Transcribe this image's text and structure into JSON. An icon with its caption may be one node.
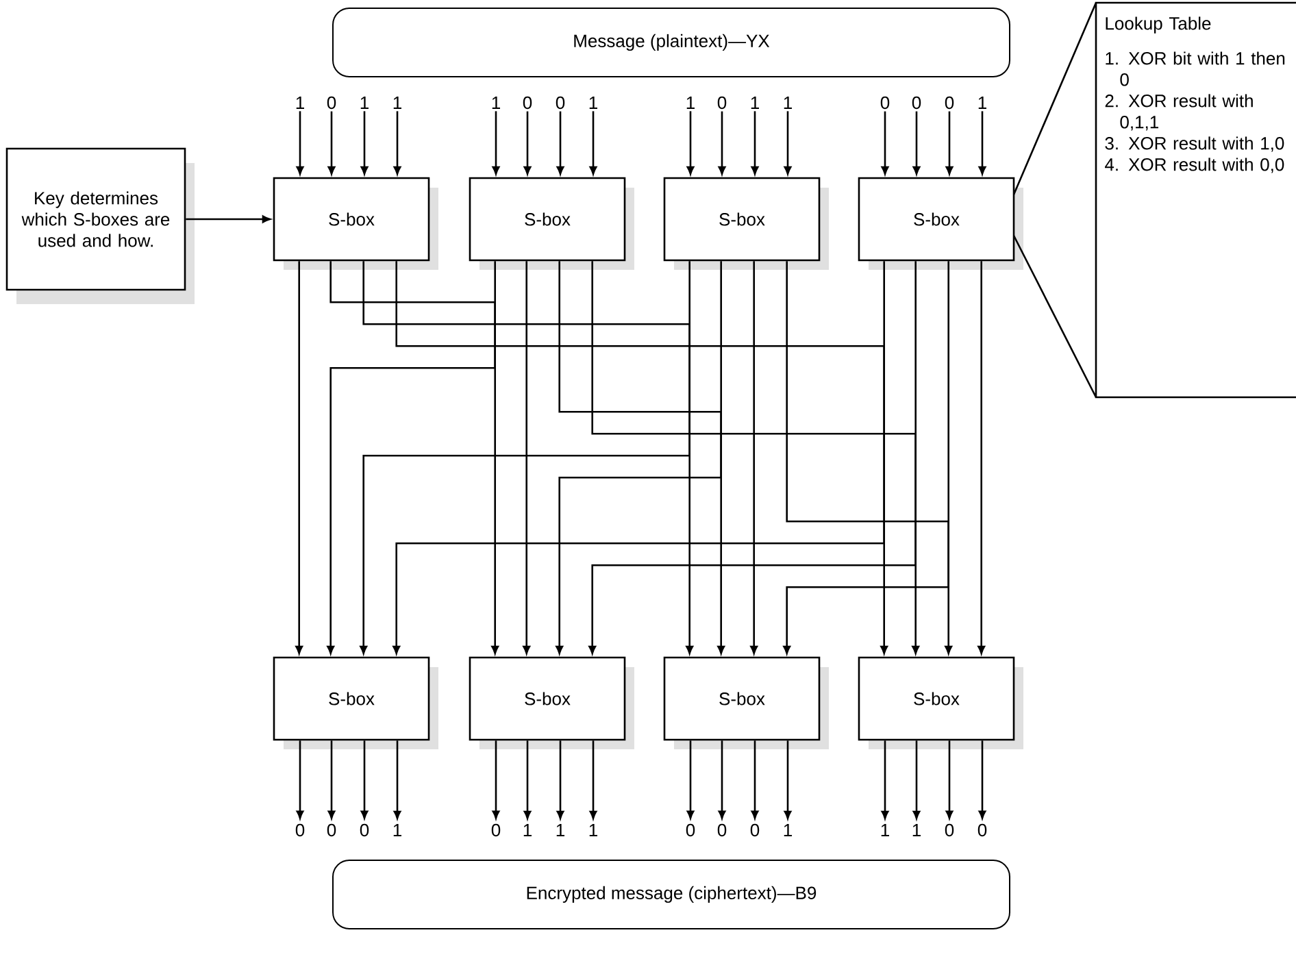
{
  "diagram": {
    "nodes": [
      {
        "text": [
          "Message (plaintext)—YX"
        ]
      },
      {
        "text": [
          "S-box"
        ]
      },
      {
        "text": [
          "S-box"
        ]
      },
      {
        "text": [
          "S-box"
        ]
      },
      {
        "text": [
          "S-box"
        ]
      },
      {
        "text": [
          "S-box"
        ]
      },
      {
        "text": [
          "S-box"
        ]
      },
      {
        "text": [
          "S-box"
        ]
      },
      {
        "text": [
          "S-box"
        ]
      },
      {
        "text": [
          "Encrypted message (ciphertext)—B9"
        ]
      },
      {
        "text": [
          "Key determines which S-boxes are used and how."
        ]
      },
      {
        "text": [
          "Lookup Table",
          "1. XOR bit with 1 then 0",
          "2. XOR result with 0,1,1",
          "3. XOR result with 1,0",
          "4. XOR result with 0,0"
        ]
      },
      {
        "text": [
          "1"
        ]
      },
      {
        "text": [
          "0"
        ]
      },
      {
        "text": [
          "1"
        ]
      },
      {
        "text": [
          "1"
        ]
      },
      {
        "text": [
          "1"
        ]
      },
      {
        "text": [
          "0"
        ]
      },
      {
        "text": [
          "0"
        ]
      },
      {
        "text": [
          "1"
        ]
      },
      {
        "text": [
          "1"
        ]
      },
      {
        "text": [
          "0"
        ]
      },
      {
        "text": [
          "1"
        ]
      },
      {
        "text": [
          "1"
        ]
      },
      {
        "text": [
          "0"
        ]
      },
      {
        "text": [
          "0"
        ]
      },
      {
        "text": [
          "0"
        ]
      },
      {
        "text": [
          "1"
        ]
      },
      {
        "text": [
          "0"
        ]
      },
      {
        "text": [
          "0"
        ]
      },
      {
        "text": [
          "0"
        ]
      },
      {
        "text": [
          "1"
        ]
      },
      {
        "text": [
          "0"
        ]
      },
      {
        "text": [
          "1"
        ]
      },
      {
        "text": [
          "1"
        ]
      },
      {
        "text": [
          "1"
        ]
      },
      {
        "text": [
          "0"
        ]
      },
      {
        "text": [
          "0"
        ]
      },
      {
        "text": [
          "0"
        ]
      },
      {
        "text": [
          "1"
        ]
      },
      {
        "text": [
          "1"
        ]
      },
      {
        "text": [
          "1"
        ]
      },
      {
        "text": [
          "0"
        ]
      },
      {
        "text": [
          "0"
        ]
      }
    ],
    "edges": [
      {
        "from": 10,
        "to": 1,
        "arrow": "to"
      },
      {
        "from": 12,
        "to": 1,
        "arrow": "to"
      },
      {
        "from": 13,
        "to": 1,
        "arrow": "to"
      },
      {
        "from": 14,
        "to": 1,
        "arrow": "to"
      },
      {
        "from": 15,
        "to": 1,
        "arrow": "to"
      },
      {
        "from": 16,
        "to": 2,
        "arrow": "to"
      },
      {
        "from": 17,
        "to": 2,
        "arrow": "to"
      },
      {
        "from": 18,
        "to": 2,
        "arrow": "to"
      },
      {
        "from": 19,
        "to": 2,
        "arrow": "to"
      },
      {
        "from": 20,
        "to": 3,
        "arrow": "to"
      },
      {
        "from": 21,
        "to": 3,
        "arrow": "to"
      },
      {
        "from": 22,
        "to": 3,
        "arrow": "to"
      },
      {
        "from": 23,
        "to": 3,
        "arrow": "to"
      },
      {
        "from": 24,
        "to": 4,
        "arrow": "to"
      },
      {
        "from": 25,
        "to": 4,
        "arrow": "to"
      },
      {
        "from": 26,
        "to": 4,
        "arrow": "to"
      },
      {
        "from": 27,
        "to": 4,
        "arrow": "to"
      },
      {
        "from": 1,
        "to": 5,
        "arrow": "to"
      },
      {
        "from": 1,
        "to": 6,
        "arrow": "to"
      },
      {
        "from": 1,
        "to": 7,
        "arrow": "to"
      },
      {
        "from": 1,
        "to": 8,
        "arrow": "to"
      },
      {
        "from": 2,
        "to": 5,
        "arrow": "to"
      },
      {
        "from": 2,
        "to": 6,
        "arrow": "to"
      },
      {
        "from": 2,
        "to": 7,
        "arrow": "to"
      },
      {
        "from": 2,
        "to": 8,
        "arrow": "to"
      },
      {
        "from": 3,
        "to": 5,
        "arrow": "to"
      },
      {
        "from": 3,
        "to": 6,
        "arrow": "to"
      },
      {
        "from": 3,
        "to": 7,
        "arrow": "to"
      },
      {
        "from": 3,
        "to": 8,
        "arrow": "to"
      },
      {
        "from": 4,
        "to": 5,
        "arrow": "to"
      },
      {
        "from": 4,
        "to": 6,
        "arrow": "to"
      },
      {
        "from": 4,
        "to": 7,
        "arrow": "to"
      },
      {
        "from": 4,
        "to": 8,
        "arrow": "to"
      },
      {
        "from": 5,
        "to": 28,
        "arrow": "to"
      },
      {
        "from": 5,
        "to": 29,
        "arrow": "to"
      },
      {
        "from": 5,
        "to": 30,
        "arrow": "to"
      },
      {
        "from": 5,
        "to": 31,
        "arrow": "to"
      },
      {
        "from": 6,
        "to": 32,
        "arrow": "to"
      },
      {
        "from": 6,
        "to": 33,
        "arrow": "to"
      },
      {
        "from": 6,
        "to": 34,
        "arrow": "to"
      },
      {
        "from": 6,
        "to": 35,
        "arrow": "to"
      },
      {
        "from": 7,
        "to": 36,
        "arrow": "to"
      },
      {
        "from": 7,
        "to": 37,
        "arrow": "to"
      },
      {
        "from": 7,
        "to": 38,
        "arrow": "to"
      },
      {
        "from": 7,
        "to": 39,
        "arrow": "to"
      },
      {
        "from": 8,
        "to": 40,
        "arrow": "to"
      },
      {
        "from": 8,
        "to": 41,
        "arrow": "to"
      },
      {
        "from": 8,
        "to": 42,
        "arrow": "to"
      },
      {
        "from": 8,
        "to": 43,
        "arrow": "to"
      }
    ]
  }
}
